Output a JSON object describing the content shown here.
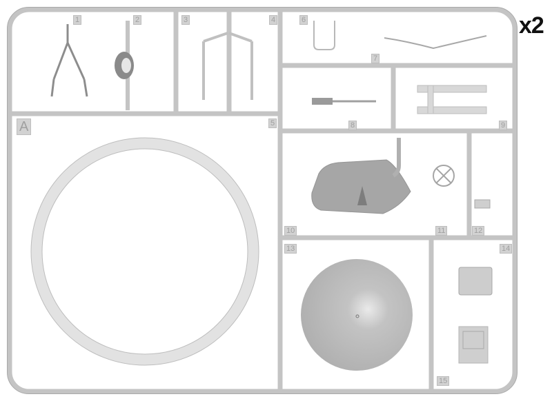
{
  "sprue": {
    "letter": "A",
    "quantity": "x2",
    "part_numbers": [
      "1",
      "2",
      "3",
      "4",
      "5",
      "6",
      "7",
      "8",
      "9",
      "10",
      "11",
      "12",
      "13",
      "14",
      "15"
    ],
    "color": "#c8c8c8"
  }
}
